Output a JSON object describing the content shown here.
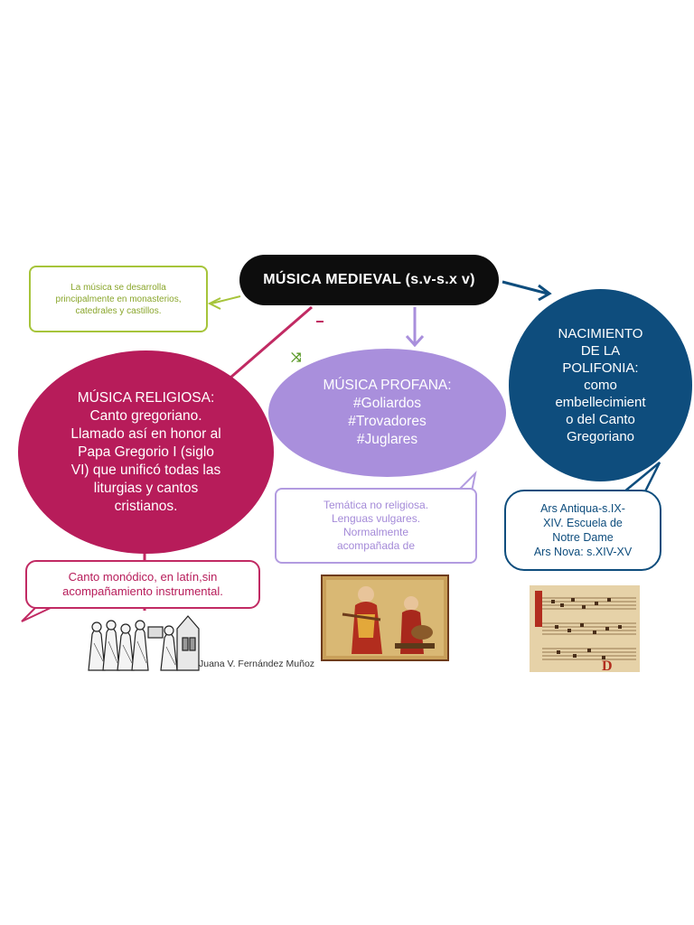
{
  "diagram": {
    "title": "MÚSICA MEDIEVAL (s.v-s.x v)",
    "intro_note": "La música se desarrolla\nprincipalmente en monasterios,\ncatedrales y castillos.",
    "religiosa": {
      "text": "MÚSICA RELIGIOSA:\nCanto gregoriano.\nLlamado así en honor al\nPapa Gregorio I (siglo\nVI) que unificó todas las\nliturgias y cantos\ncristianos.",
      "note": "Canto monódico, en latín,sin\nacompañamiento instrumental."
    },
    "profana": {
      "text": "MÚSICA PROFANA:\n#Goliardos\n#Trovadores\n#Juglares",
      "note": "Temática no religiosa.\nLenguas vulgares.\nNormalmente\nacompañada de"
    },
    "polifonia": {
      "text": "NACIMIENTO\nDE LA\nPOLIFONIA:\ncomo\nembellecimient\no del Canto\nGregoriano",
      "note": "Ars Antiqua-s.IX-\nXIV. Escuela de\nNotre Dame\nArs Nova: s.XIV-XV"
    },
    "author": "Juana V. Fernández Muñoz"
  },
  "colors": {
    "title_bg": "#0d0d0d",
    "religiosa": "#b71c5a",
    "profana": "#a98fdc",
    "polifonia": "#0e4d7d",
    "green_note": "#a6c43a"
  },
  "icons": {
    "monks": "monks-illustration",
    "minstrels": "minstrels-painting",
    "manuscript": "manuscript-image"
  }
}
